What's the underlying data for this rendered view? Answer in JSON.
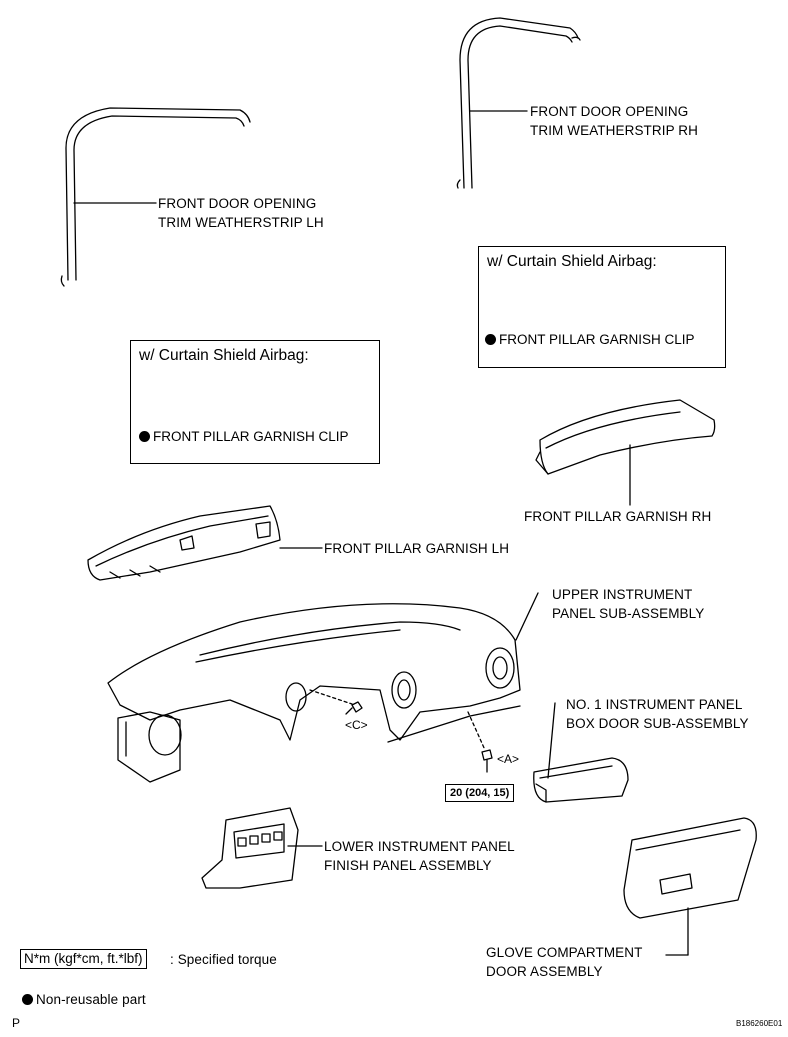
{
  "labels": {
    "weatherstrip_rh": [
      "FRONT DOOR OPENING",
      "TRIM WEATHERSTRIP RH"
    ],
    "weatherstrip_lh": [
      "FRONT DOOR OPENING",
      "TRIM WEATHERSTRIP LH"
    ],
    "garnish_rh": "FRONT PILLAR GARNISH RH",
    "garnish_lh": "FRONT PILLAR GARNISH LH",
    "upper_panel": [
      "UPPER INSTRUMENT",
      "PANEL SUB-ASSEMBLY"
    ],
    "box_door": [
      "NO. 1 INSTRUMENT PANEL",
      "BOX DOOR SUB-ASSEMBLY"
    ],
    "lower_finish": [
      "LOWER INSTRUMENT PANEL",
      "FINISH PANEL ASSEMBLY"
    ],
    "glove_door": [
      "GLOVE COMPARTMENT",
      "DOOR ASSEMBLY"
    ]
  },
  "airbag_box_right": {
    "title": "w/ Curtain Shield Airbag:",
    "clip_label": "FRONT PILLAR GARNISH CLIP"
  },
  "airbag_box_left": {
    "title": "w/ Curtain Shield Airbag:",
    "clip_label": "FRONT PILLAR GARNISH CLIP"
  },
  "callouts": {
    "c": "<C>",
    "a": "<A>"
  },
  "torque_value": "20 (204, 15)",
  "legend": {
    "torque_unit": "N*m (kgf*cm, ft.*lbf)",
    "torque_desc": ": Specified torque",
    "non_reusable": "Non-reusable part"
  },
  "footer": {
    "left_mark": "P",
    "figure_id": "B186260E01"
  }
}
